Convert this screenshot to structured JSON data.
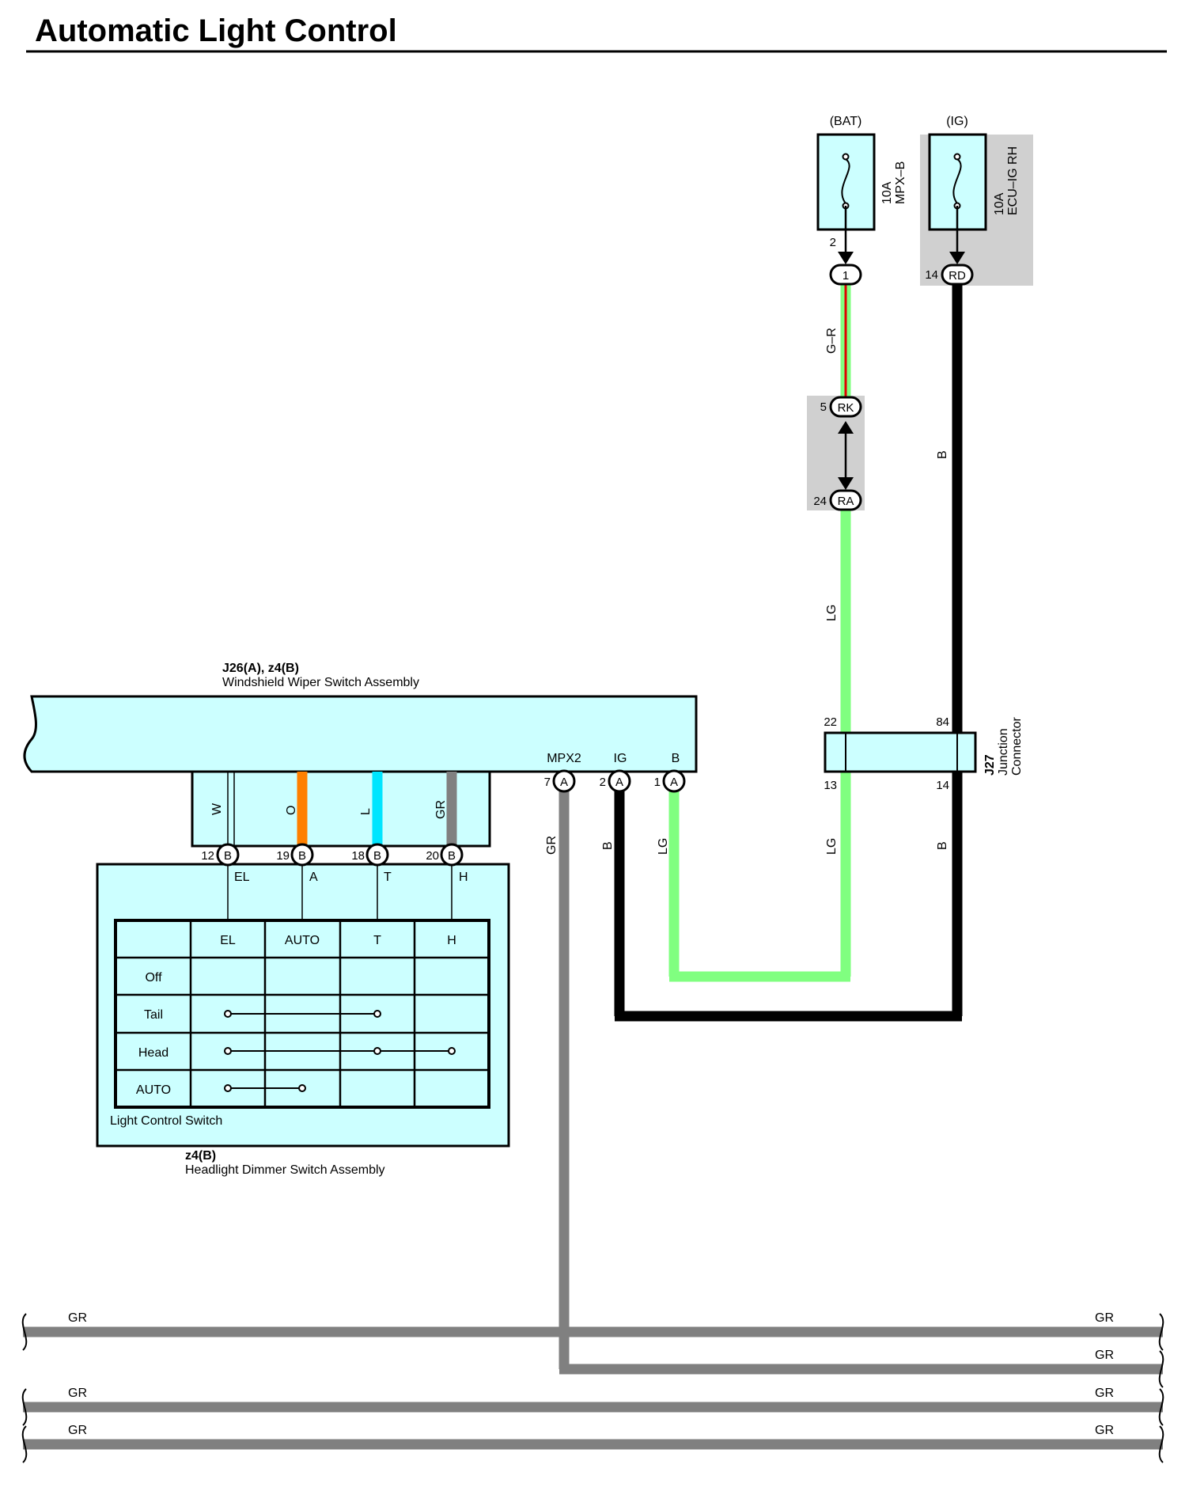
{
  "title": "Automatic Light Control",
  "colors": {
    "box_fill": "#ccffff",
    "gray_box": "#d0d0d0",
    "wire_green": "#80ff80",
    "wire_red": "#e00000",
    "wire_orange": "#ff8000",
    "wire_cyan": "#00e5ff",
    "wire_gray": "#808080",
    "wire_black": "#000000"
  },
  "fuses": {
    "bat": {
      "supply": "(BAT)",
      "rating": "10A",
      "name": "MPX–B",
      "pin": "2",
      "conn_label": "1"
    },
    "ig": {
      "supply": "(IG)",
      "rating": "10A",
      "name": "ECU–IG RH",
      "pin": "14",
      "conn_label": "RD"
    }
  },
  "wires": {
    "g_r": "G–R",
    "b": "B",
    "lg": "LG",
    "gr": "GR",
    "w": "W",
    "o": "O",
    "l": "L"
  },
  "rk_ra": {
    "rk_pin": "5",
    "rk_label": "RK",
    "ra_pin": "24",
    "ra_label": "RA"
  },
  "junction": {
    "code": "J27",
    "name_line1": "Junction",
    "name_line2": "Connector",
    "pins": {
      "top_left": "22",
      "top_right": "84",
      "bottom_left": "13",
      "bottom_right": "14"
    }
  },
  "wiper": {
    "code": "J26(A), z4(B)",
    "name": "Windshield Wiper Switch Assembly",
    "terminals": [
      {
        "name": "MPX2",
        "pin": "7",
        "conn": "A"
      },
      {
        "name": "IG",
        "pin": "2",
        "conn": "A"
      },
      {
        "name": "B",
        "pin": "1",
        "conn": "A"
      }
    ],
    "lower_pins": [
      {
        "pin": "12",
        "conn": "B",
        "term": "EL"
      },
      {
        "pin": "19",
        "conn": "B",
        "term": "A"
      },
      {
        "pin": "18",
        "conn": "B",
        "term": "T"
      },
      {
        "pin": "20",
        "conn": "B",
        "term": "H"
      }
    ]
  },
  "switch_table": {
    "caption": "Light Control Switch",
    "headers": [
      "EL",
      "AUTO",
      "T",
      "H"
    ],
    "rows": [
      "Off",
      "Tail",
      "Head",
      "AUTO"
    ]
  },
  "dimmer": {
    "code": "z4(B)",
    "name": "Headlight Dimmer Switch Assembly"
  },
  "bus": [
    {
      "left": "GR",
      "right": "GR"
    },
    {
      "left": "",
      "right": "GR"
    },
    {
      "left": "GR",
      "right": "GR"
    },
    {
      "left": "GR",
      "right": "GR"
    }
  ]
}
